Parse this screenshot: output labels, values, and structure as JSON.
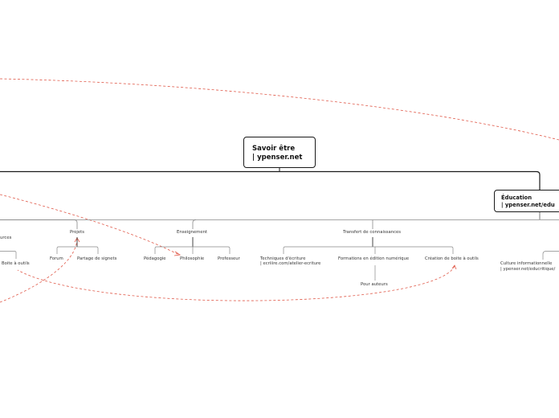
{
  "root": {
    "line1": "Savoir être",
    "line2": "| ypenser.net"
  },
  "education": {
    "line1": "Éducation",
    "line2": "| ypenser.net/edu"
  },
  "left_partial": {
    "ressources": "urces",
    "boite": "Boite à outils"
  },
  "projets": {
    "label": "Projets",
    "children": [
      "Forum",
      "Partage de signets"
    ]
  },
  "enseignement": {
    "label": "Enseignement",
    "children": [
      "Pédagogie",
      "Philosophie",
      "Professeur"
    ]
  },
  "transfert": {
    "label": "Transfert de connaissances",
    "techniques_line1": "Techniques d'écriture",
    "techniques_line2": "| ecriiire.com/atelier-ecriture",
    "formations": "Formations en édition numérique",
    "creation": "Création de boite à outils",
    "pour_auteurs": "Pour auteurs"
  },
  "culture": {
    "line1": "Culture informationnelle",
    "line2": "| ypenser.net/educritique/"
  },
  "colors": {
    "branch": "#1a1a1a",
    "sub": "#888888",
    "relation": "#e05a4a"
  }
}
